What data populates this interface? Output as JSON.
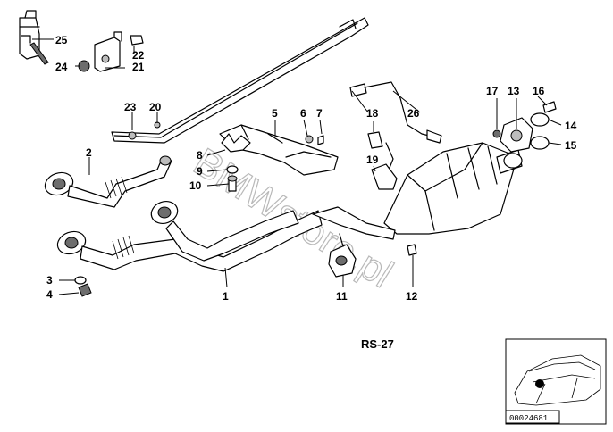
{
  "diagram_ref": "RS-27",
  "thumbnail_id": "00024681",
  "watermark": "BMWstore.pl",
  "callouts": {
    "c1": "1",
    "c2": "2",
    "c3": "3",
    "c4": "4",
    "c5": "5",
    "c6": "6",
    "c7": "7",
    "c8": "8",
    "c9": "9",
    "c10": "10",
    "c11": "11",
    "c12": "12",
    "c13": "13",
    "c14": "14",
    "c15": "15",
    "c16": "16",
    "c17": "17",
    "c18": "18",
    "c19": "19",
    "c20": "20",
    "c21": "21",
    "c22": "22",
    "c23": "23",
    "c24": "24",
    "c25": "25",
    "c26": "26"
  }
}
